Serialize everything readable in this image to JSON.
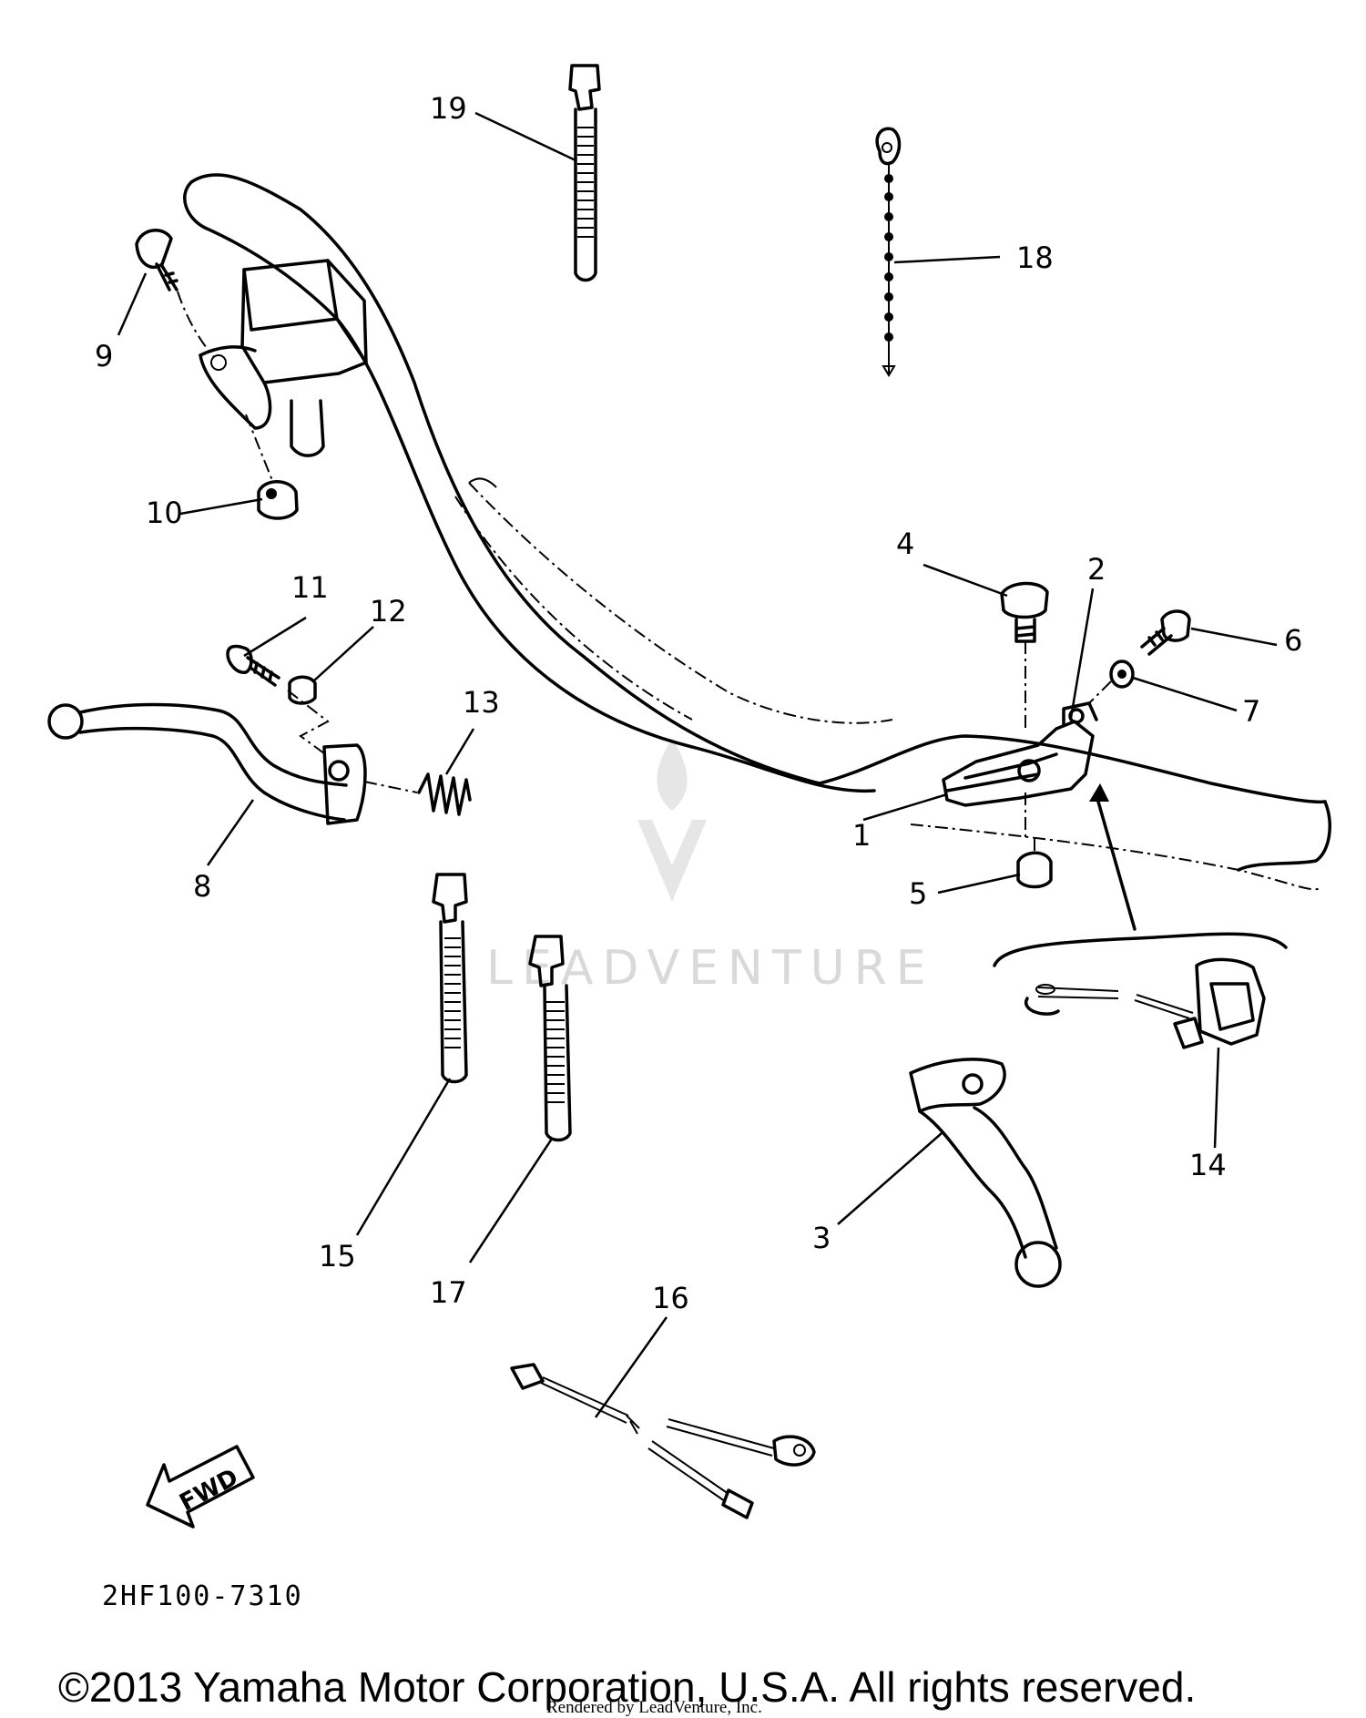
{
  "diagram": {
    "part_labels": {
      "p1": "1",
      "p2": "2",
      "p3": "3",
      "p4": "4",
      "p5": "5",
      "p6": "6",
      "p7": "7",
      "p8": "8",
      "p9": "9",
      "p10": "10",
      "p11": "11",
      "p12": "12",
      "p13": "13",
      "p14": "14",
      "p15": "15",
      "p16": "16",
      "p17": "17",
      "p18": "18",
      "p19": "19"
    },
    "direction_arrow": "FWD",
    "diagram_code": "2HF100-7310",
    "watermark": "LEADVENTURE",
    "copyright": "©2013 Yamaha Motor Corporation, U.S.A. All rights reserved.",
    "rendered_by": "Rendered by LeadVenture, Inc."
  }
}
